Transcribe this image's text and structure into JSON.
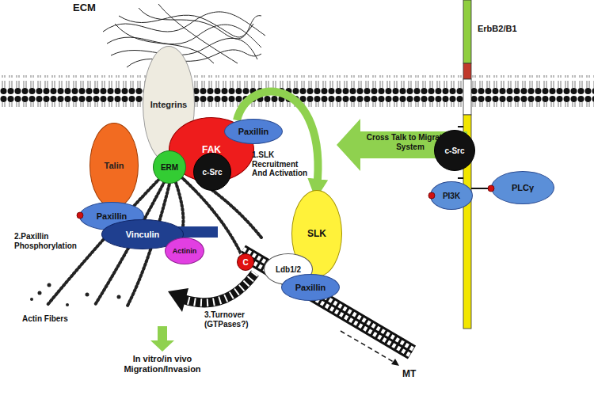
{
  "diagram": {
    "nodes": [
      {
        "text": [
          "Integrins"
        ]
      },
      {
        "text": [
          "Talin"
        ]
      },
      {
        "text": [
          "Paxillin"
        ]
      },
      {
        "text": [
          "FAK"
        ]
      },
      {
        "text": [
          "Paxillin"
        ]
      },
      {
        "text": [
          "c-Src"
        ]
      },
      {
        "text": [
          "ERM"
        ]
      },
      {
        "text": [
          "Vinculin"
        ]
      },
      {
        "text": [
          "Actinin"
        ]
      },
      {
        "text": [
          "C"
        ]
      },
      {
        "text": [
          "SLK"
        ]
      },
      {
        "text": [
          "Ldb1/2"
        ]
      },
      {
        "text": [
          "Paxillin"
        ]
      },
      {
        "text": [
          "c-Src"
        ]
      },
      {
        "text": [
          "PI3K"
        ]
      },
      {
        "text": [
          "PLCγ"
        ]
      }
    ],
    "edges": [
      {
        "from": 3,
        "to": 10,
        "arrow": "to"
      }
    ],
    "labels": [
      "ECM",
      "ErbB2/B1",
      "Cross Talk to Migration System",
      "1.SLK Recruitment And Activation",
      "2.Paxillin Phosphorylation",
      "3.Turnover (GTPases?)",
      "Actin Fibers",
      "MT",
      "In vitro/in vivo Migration/Invasion"
    ]
  }
}
